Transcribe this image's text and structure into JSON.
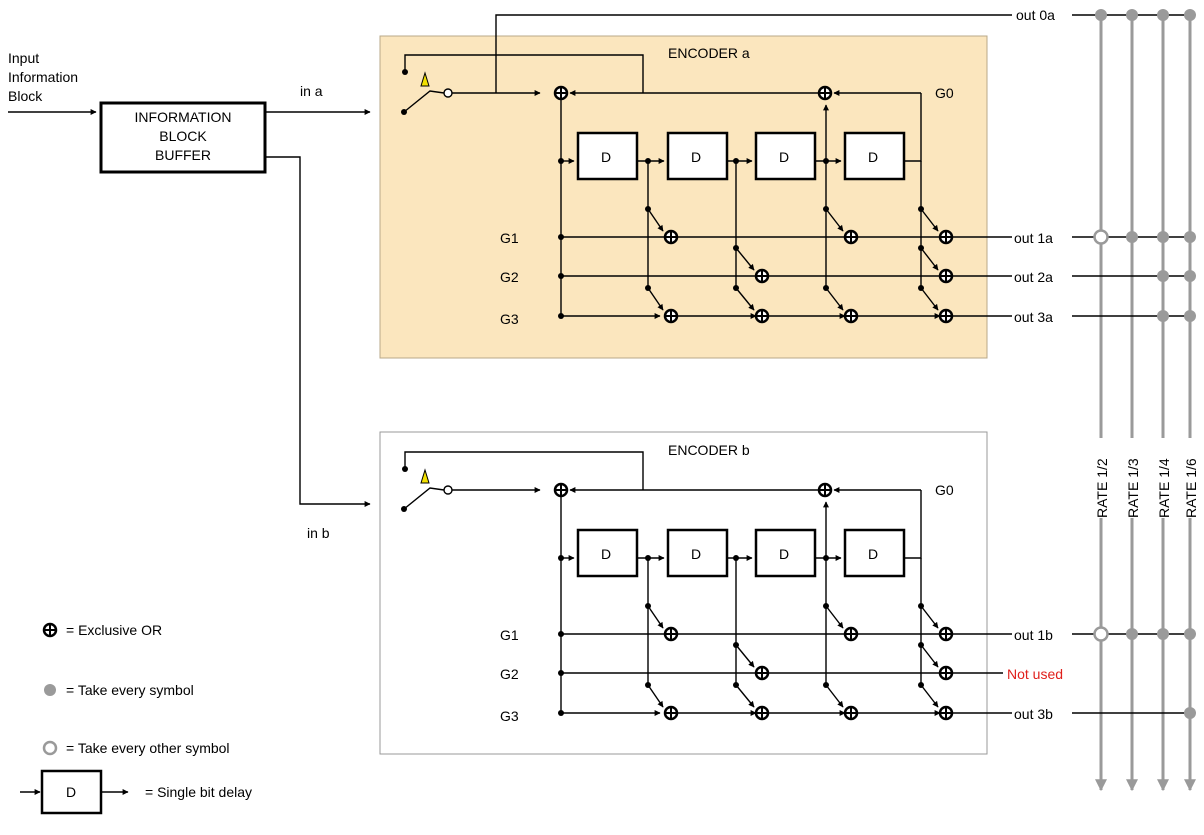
{
  "input": {
    "line1": "Input",
    "line2": "Information",
    "line3": "Block"
  },
  "buffer": {
    "line1": "INFORMATION",
    "line2": "BLOCK",
    "line3": "BUFFER"
  },
  "wires": {
    "in_a": "in a",
    "in_b": "in b"
  },
  "encoder_a": {
    "title": "ENCODER a",
    "g0": "G0",
    "g1": "G1",
    "g2": "G2",
    "g3": "G3",
    "delay_label": "D",
    "out0": "out 0a",
    "out1": "out 1a",
    "out2": "out 2a",
    "out3": "out 3a"
  },
  "encoder_b": {
    "title": "ENCODER b",
    "g0": "G0",
    "g1": "G1",
    "g2": "G2",
    "g3": "G3",
    "delay_label": "D",
    "out1": "out 1b",
    "out2": "Not used",
    "out3": "out 3b"
  },
  "rates": [
    "RATE 1/2",
    "RATE 1/3",
    "RATE 1/4",
    "RATE 1/6"
  ],
  "legend": {
    "xor": "= Exclusive OR",
    "every": "= Take every  symbol",
    "every_other": "= Take every other symbol",
    "delay_box": "D",
    "delay": "= Single bit delay"
  },
  "colors": {
    "encoder_a_bg": "#fbe6be",
    "encoder_b_bg": "#ffffff",
    "rate_bus": "#9a9a9a",
    "not_used": "#e0201c",
    "switch_flag": "#f2e000"
  }
}
